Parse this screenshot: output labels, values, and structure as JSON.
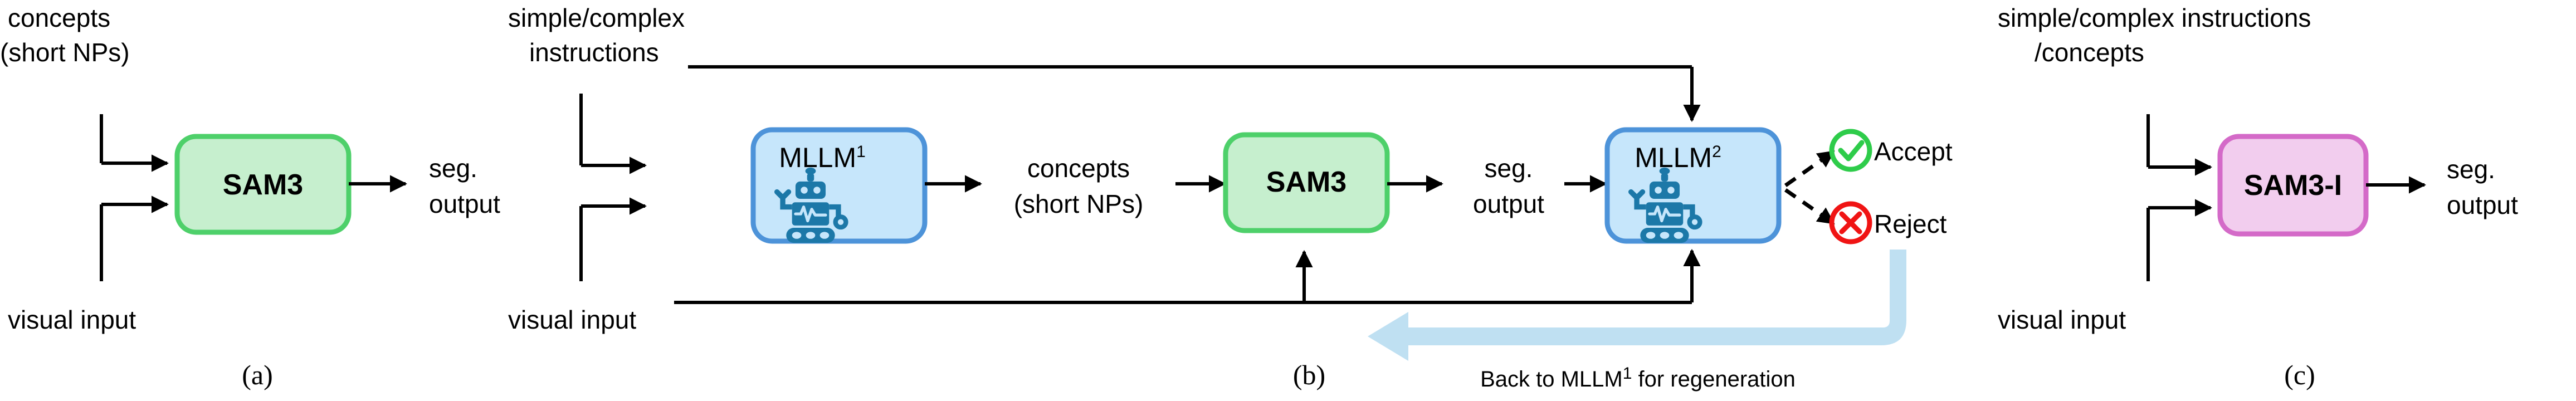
{
  "figure": {
    "background_color": "#ffffff",
    "panels": [
      {
        "id": "a",
        "label": "(a)",
        "inputs": [
          {
            "name": "concepts-input",
            "line1": "concepts",
            "line2": "(short NPs)"
          },
          {
            "name": "visual-input",
            "line1": "visual input",
            "line2": ""
          }
        ],
        "blocks": [
          {
            "name": "sam3-block",
            "label": "SAM3",
            "fill": "#c6efce",
            "stroke": "#4ed06a"
          }
        ],
        "outputs": [
          {
            "name": "seg-output",
            "line1": "seg.",
            "line2": "output"
          }
        ]
      },
      {
        "id": "b",
        "label": "(b)",
        "inputs": [
          {
            "name": "instructions-input",
            "line1": "simple/complex",
            "line2": "instructions"
          },
          {
            "name": "visual-input",
            "line1": "visual input",
            "line2": ""
          }
        ],
        "blocks": [
          {
            "name": "mllm1-block",
            "label": "MLLM",
            "superscript": "1",
            "fill": "#c6e6fb",
            "stroke": "#4d93d9",
            "icon": "robot-icon"
          },
          {
            "name": "sam3-block",
            "label": "SAM3",
            "fill": "#c6efce",
            "stroke": "#4ed06a"
          },
          {
            "name": "mllm2-block",
            "label": "MLLM",
            "superscript": "2",
            "fill": "#c6e6fb",
            "stroke": "#4d93d9",
            "icon": "robot-icon"
          }
        ],
        "intermediates": [
          {
            "name": "concepts-label",
            "line1": "concepts",
            "line2": "(short NPs)"
          },
          {
            "name": "seg-output-label",
            "line1": "seg.",
            "line2": "output"
          }
        ],
        "decisions": [
          {
            "name": "accept-decision",
            "label": "Accept",
            "icon": "check-circle-icon",
            "color": "#2ecc4a"
          },
          {
            "name": "reject-decision",
            "label": "Reject",
            "icon": "x-circle-icon",
            "color": "#f01414"
          }
        ],
        "feedback": {
          "name": "regeneration-feedback",
          "label": "Back to MLLM",
          "superscript": "1",
          "label_tail": " for regeneration",
          "arrow_color": "#bfe0f2"
        }
      },
      {
        "id": "c",
        "label": "(c)",
        "inputs": [
          {
            "name": "instructions-concepts-input",
            "line1": "simple/complex instructions",
            "line2": "/concepts"
          },
          {
            "name": "visual-input",
            "line1": "visual input",
            "line2": ""
          }
        ],
        "blocks": [
          {
            "name": "sam3i-block",
            "label": "SAM3-I",
            "fill": "#f2cdee",
            "stroke": "#d46ac8"
          }
        ],
        "outputs": [
          {
            "name": "seg-output",
            "line1": "seg.",
            "line2": "output"
          }
        ]
      }
    ]
  }
}
